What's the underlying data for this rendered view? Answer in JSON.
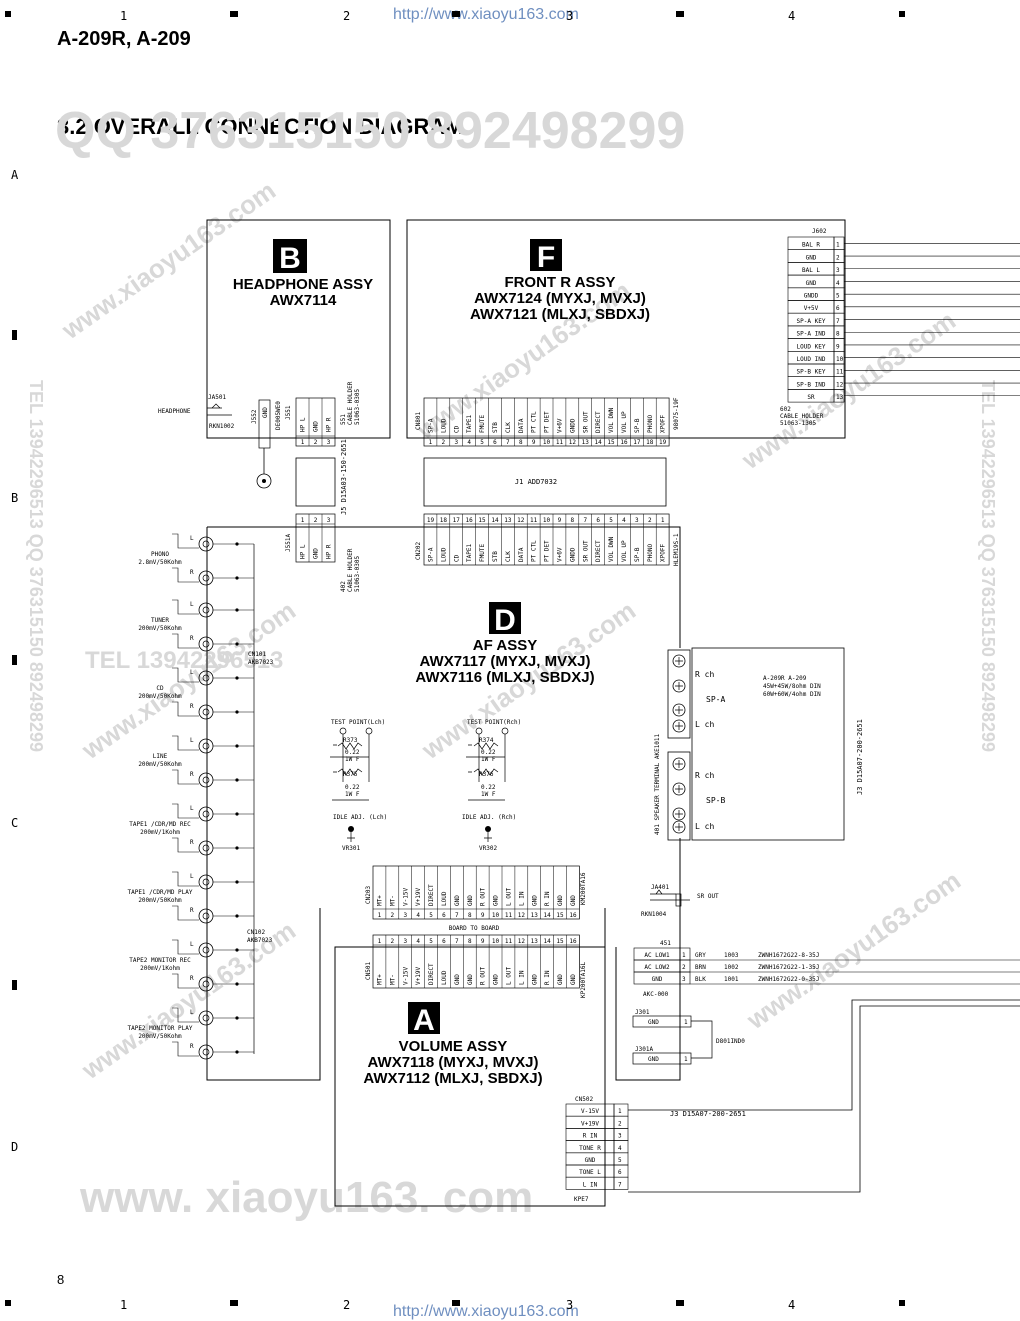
{
  "header": {
    "model": "A-209R, A-209",
    "section_title": "3.2 OVERALL CONNECTION DIAGRAM",
    "url_top": "http://www.xiaoyu163.com",
    "url_bottom": "http://www.xiaoyu163.com",
    "page_number": "8",
    "col_markers": [
      "1",
      "2",
      "3",
      "4"
    ],
    "row_markers": [
      "A",
      "B",
      "C",
      "D"
    ]
  },
  "watermarks": {
    "qq": "QQ 376315150    892498299",
    "tel": "TEL 13942296513",
    "site": "www.xiaoyu163.com",
    "site_big": "www. xiaoyu163. com",
    "side": "TEL 13942296513   QQ 376315150 892498299"
  },
  "assemblies": {
    "B": {
      "letter": "B",
      "name": "HEADPHONE ASSY",
      "part": "AWX7114"
    },
    "F": {
      "letter": "F",
      "name": "FRONT R ASSY",
      "part": "AWX7124 (MYXJ, MVXJ)",
      "part2": "AWX7121 (MLXJ, SBDXJ)"
    },
    "D": {
      "letter": "D",
      "name": "AF ASSY",
      "part": "AWX7117 (MYXJ, MVXJ)",
      "part2": "AWX7116 (MLXJ, SBDXJ)"
    },
    "A": {
      "letter": "A",
      "name": "VOLUME ASSY",
      "part": "AWX7118 (MYXJ, MVXJ)",
      "part2": "AWX7112 (MLXJ, SBDXJ)"
    }
  },
  "j602": {
    "label": "J602",
    "pins": [
      "BAL R",
      "GND",
      "BAL L",
      "GND",
      "GNDD",
      "V+5V",
      "SP-A KEY",
      "SP-A IND",
      "LOUD KEY",
      "LOUD IND",
      "SP-B KEY",
      "SP-B IND",
      "SR"
    ],
    "holder": [
      "602",
      "CABLE HOLDER",
      "51063-1305"
    ]
  },
  "cn801": {
    "label": "CN801",
    "pins": [
      "SP-A",
      "LOUD",
      "CD",
      "TAPE1",
      "FMUTE",
      "STB",
      "CLK",
      "DATA",
      "PT CTL",
      "PT DET",
      "V+6V",
      "GNDD",
      "SR OUT",
      "DIRECT",
      "VOL DWN",
      "VOL UP",
      "SP-B",
      "PHONO",
      "XPOFF"
    ],
    "part": "98075-19F"
  },
  "cn202": {
    "label": "CN202",
    "pins": [
      "SP-A",
      "LOUD",
      "CD",
      "TAPE1",
      "FMUTE",
      "STB",
      "CLK",
      "DATA",
      "PT CTL",
      "PT DET",
      "V+6V",
      "GNDD",
      "SR OUT",
      "DIRECT",
      "VOL DWN",
      "VOL UP",
      "SP-B",
      "PHONO",
      "XPOFF"
    ],
    "part": "HLEM19S-1"
  },
  "j1": {
    "label": "J1 ADD7032"
  },
  "headphone": {
    "ja501": "JA501",
    "ja501_label": "HEADPHONE",
    "ja501_part": "RKN1002",
    "j552": "J552",
    "j552_pin": "GND",
    "j552_part": "DE005WE0",
    "j551": "J551",
    "j551_pins": [
      "HP L",
      "GND",
      "HP R"
    ],
    "holder": [
      "551",
      "CABLE HOLDER",
      "51063-0305"
    ],
    "cable": "J5  D15A03-150-2651",
    "j551a": "J551A",
    "j551a_pins": [
      "HP L",
      "GND",
      "HP R"
    ],
    "holder2": [
      "402",
      "CABLE HOLDER",
      "51063-0305"
    ]
  },
  "inputs": [
    {
      "name": "PHONO",
      "spec": "2.8mV/50Kohm"
    },
    {
      "name": "TUNER",
      "spec": "200mV/50Kohm"
    },
    {
      "name": "CD",
      "spec": "200mV/50Kohm"
    },
    {
      "name": "LINE",
      "spec": "200mV/50Kohm"
    },
    {
      "name": "TAPE1 /CDR/MD REC",
      "spec": "200mV/1Kohm"
    },
    {
      "name": "TAPE1 /CDR/MD PLAY",
      "spec": "200mV/50Kohm"
    },
    {
      "name": "TAPE2 MONITOR REC",
      "spec": "200mV/1Kohm"
    },
    {
      "name": "TAPE2 MONITOR PLAY",
      "spec": "200mV/50Kohm"
    }
  ],
  "input_lr": [
    "L",
    "R"
  ],
  "cn101": [
    "CN101",
    "AKB7023"
  ],
  "cn102": [
    "CN102",
    "AKB7023"
  ],
  "test": {
    "lch_title": "TEST POINT(Lch)",
    "rch_title": "TEST POINT(Rch)",
    "r373": "R373",
    "r375": "R375",
    "r374": "R374",
    "r376": "R376",
    "rval": "0.22",
    "rtype": "1W F",
    "idle_l": "IDLE ADJ. (Lch)",
    "idle_r": "IDLE ADJ. (Rch)",
    "vr301": "VR301",
    "vr302": "VR302"
  },
  "speakers": {
    "spa": "SP-A",
    "spb": "SP-B",
    "rch": "R ch",
    "lch": "L ch",
    "terminal": "401 SPEAKER TERMINAL AKE1011",
    "note1": "A-209R A-209",
    "note2": "45W+45W/8ohm DIN",
    "note3": "60W+60W/4ohm DIN",
    "cable_j3_v": "J3 D15A07-200-2651"
  },
  "sr": {
    "ja401": "JA401",
    "label": "SR OUT",
    "part": "RKN1004"
  },
  "cn203": {
    "label": "CN203",
    "pins": [
      "MT+",
      "MT-",
      "V-15V",
      "V+19V",
      "DIRECT",
      "LOUD",
      "GND",
      "GND",
      "R OUT",
      "GND",
      "L OUT",
      "L IN",
      "GND",
      "R IN",
      "GND",
      "GND"
    ],
    "part": "KM200TA16",
    "board": "BOARD TO BOARD"
  },
  "cn501": {
    "label": "CN501",
    "pins": [
      "MT+",
      "MT-",
      "V-15V",
      "V+19V",
      "DIRECT",
      "LOUD",
      "GND",
      "GND",
      "R OUT",
      "GND",
      "L OUT",
      "L IN",
      "GND",
      "R IN",
      "GND",
      "GND"
    ],
    "part": "KP200TA16L"
  },
  "ac": {
    "label": "451",
    "pins": [
      "AC LOW1",
      "AC LOW2",
      "GND"
    ],
    "wires": [
      {
        "color": "GRY",
        "num": "1003",
        "part": "ZWNH1672G22-8-35J"
      },
      {
        "color": "BRN",
        "num": "1002",
        "part": "ZWNH1672G22-1-35J"
      },
      {
        "color": "BLK",
        "num": "1001",
        "part": "ZWNH1672G22-0-35J"
      }
    ],
    "part": "AKC-000"
  },
  "j301": {
    "label": "J301",
    "pin": "GND",
    "label2": "J301A",
    "pin2": "GND",
    "part": "D801IND0"
  },
  "cn502": {
    "label": "CN502",
    "pins": [
      "V-15V",
      "V+19V",
      "R IN",
      "TONE R",
      "GND",
      "TONE L",
      "L IN"
    ],
    "part": "KPE7",
    "cable": "J3  D15A07-200-2651"
  }
}
